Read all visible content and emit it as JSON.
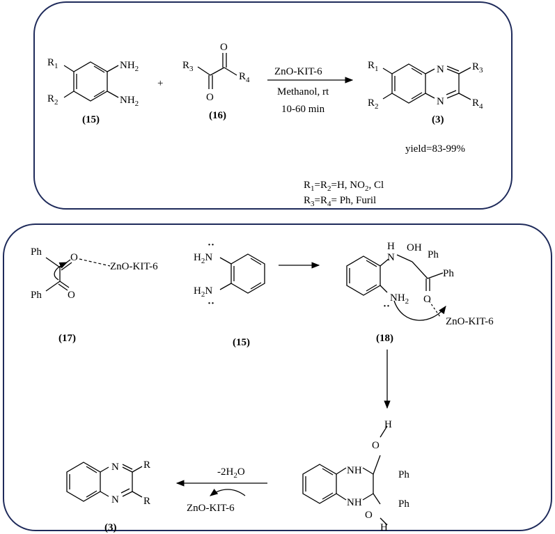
{
  "colors": {
    "frame": "#1e2a5a",
    "ink": "#000000",
    "background": "#ffffff"
  },
  "top_panel": {
    "reactant_a": {
      "r1": "R",
      "r1_sub": "1",
      "r2": "R",
      "r2_sub": "2",
      "nh2_top": "NH",
      "nh2_bottom": "NH",
      "two": "2",
      "label": "(15)"
    },
    "plus": "+",
    "reactant_b": {
      "r3": "R",
      "r3_sub": "3",
      "r4": "R",
      "r4_sub": "4",
      "o_top": "O",
      "o_bottom": "O",
      "label": "(16)"
    },
    "arrow": {
      "above": "ZnO-KIT-6",
      "below_1": "Methanol, rt",
      "below_2": "10-60 min"
    },
    "product": {
      "r1": "R",
      "r1_sub": "1",
      "r2": "R",
      "r2_sub": "2",
      "r3": "R",
      "r3_sub": "3",
      "r4": "R",
      "r4_sub": "4",
      "n_top": "N",
      "n_bottom": "N",
      "label": "(3)"
    },
    "yield": "yield=83-99%",
    "substituents_1": {
      "r": "R",
      "s1": "1",
      "eq1": "=R",
      "s2": "2",
      "rest": "=H, NO",
      "s3": "2",
      "tail": ", Cl"
    },
    "substituents_2": {
      "r": "R",
      "s1": "3",
      "eq1": "=R",
      "s2": "4",
      "rest": "= Ph, Furil"
    }
  },
  "bottom_panel": {
    "complex": {
      "ph_top": "Ph",
      "ph_bottom": "Ph",
      "o_top": "O",
      "o_bottom": "O",
      "catalyst": "ZnO-KIT-6",
      "label": "(17)"
    },
    "diamine": {
      "h2n_top": "H",
      "h2n_bottom": "H",
      "two": "2",
      "n": "N",
      "lone_pair": "··",
      "label": "(15)"
    },
    "intermediate": {
      "h": "H",
      "n": "N",
      "oh": "OH",
      "ph_1": "Ph",
      "ph_2": "Ph",
      "o": "O",
      "nh2": "NH",
      "two": "2",
      "lone_pair": "··",
      "catalyst": "ZnO-KIT-6",
      "label": "(18)"
    },
    "diol": {
      "nh_top": "NH",
      "nh_bottom": "NH",
      "ph_top": "Ph",
      "ph_bottom": "Ph",
      "o_top": "O",
      "o_bottom": "O",
      "h_top": "H",
      "h_bottom": "H"
    },
    "final_arrow": {
      "above_pre": "-2H",
      "above_sub": "2",
      "above_post": "O",
      "below": "ZnO-KIT-6"
    },
    "final_product": {
      "n_top": "N",
      "n_bottom": "N",
      "r_top": "R",
      "r_bottom": "R",
      "label": "(3)"
    }
  }
}
